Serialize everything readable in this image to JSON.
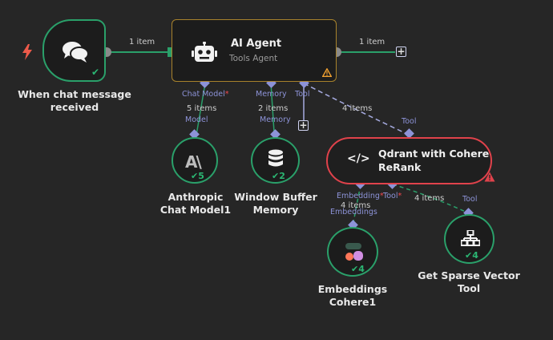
{
  "nodes": {
    "trigger": {
      "title": "When chat message received"
    },
    "agent": {
      "title": "AI Agent",
      "subtitle": "Tools Agent"
    },
    "anthropic": {
      "title": "Anthropic Chat Model1",
      "count": "5"
    },
    "memory": {
      "title": "Window Buffer Memory",
      "count": "2"
    },
    "qdrant": {
      "title_line1": "Qdrant with Cohere",
      "title_line2": "ReRank"
    },
    "embeddings": {
      "title": "Embeddings Cohere1",
      "count": "4"
    },
    "sparse": {
      "title": "Get Sparse Vector Tool",
      "count": "4"
    }
  },
  "edges": {
    "trigger_agent": "1 item",
    "agent_out": "1 item",
    "model_items": "5 items",
    "memory_items": "2 items",
    "tool_items": "4 items",
    "embed_items": "4 items",
    "qdrant_tool_items": "4 items"
  },
  "ports": {
    "chat_model": "Chat Model",
    "memory": "Memory",
    "tool": "Tool",
    "model": "Model",
    "memory_in": "Memory",
    "tool_in": "Tool",
    "embedding": "Embedding",
    "qdrant_tool": "Tool",
    "embeddings_in": "Embeddings",
    "sparse_tool_in": "Tool",
    "required_mark": "*"
  },
  "colors": {
    "success": "#2aa06a",
    "warning": "#a8822c",
    "error": "#e0424b",
    "port": "#8d93d8"
  },
  "icons": [
    "lightning-icon",
    "chat-bubbles-icon",
    "robot-icon",
    "anthropic-icon",
    "database-icon",
    "code-icon",
    "cohere-icon",
    "network-icon",
    "warning-icon",
    "check-icon",
    "plus-icon"
  ]
}
